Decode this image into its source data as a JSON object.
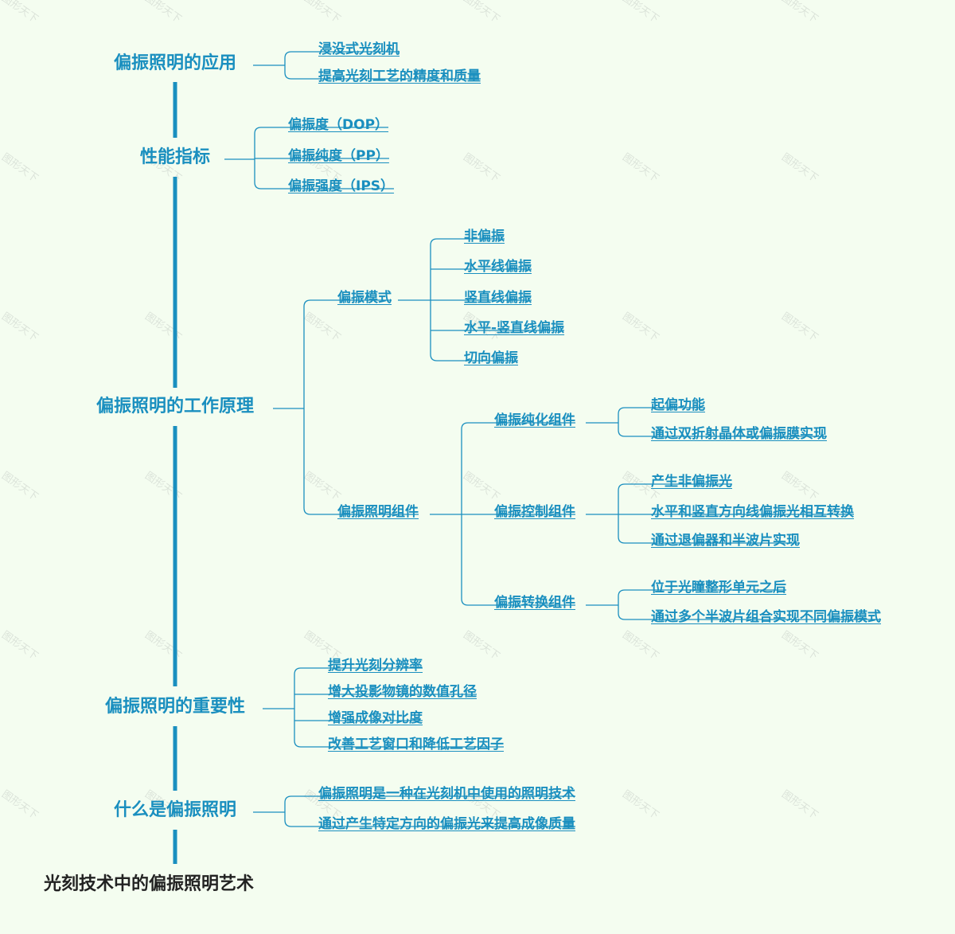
{
  "root": "光刻技术中的偏振照明艺术",
  "watermark": "图形天下",
  "colors": {
    "branch": "#1a8fbf",
    "trunk": "#1a8fbf",
    "root_text": "#222222",
    "background": "#f4fdf0"
  },
  "branches": [
    {
      "label": "偏振照明的应用",
      "children": [
        {
          "label": "浸没式光刻机"
        },
        {
          "label": "提高光刻工艺的精度和质量"
        }
      ]
    },
    {
      "label": "性能指标",
      "children": [
        {
          "label": "偏振度（DOP）"
        },
        {
          "label": "偏振纯度（PP）"
        },
        {
          "label": "偏振强度（IPS）"
        }
      ]
    },
    {
      "label": "偏振照明的工作原理",
      "children": [
        {
          "label": "偏振模式",
          "children": [
            {
              "label": "非偏振"
            },
            {
              "label": "水平线偏振"
            },
            {
              "label": "竖直线偏振"
            },
            {
              "label": "水平-竖直线偏振"
            },
            {
              "label": "切向偏振"
            }
          ]
        },
        {
          "label": "偏振照明组件",
          "children": [
            {
              "label": "偏振纯化组件",
              "children": [
                {
                  "label": "起偏功能"
                },
                {
                  "label": "通过双折射晶体或偏振膜实现"
                }
              ]
            },
            {
              "label": "偏振控制组件",
              "children": [
                {
                  "label": "产生非偏振光"
                },
                {
                  "label": "水平和竖直方向线偏振光相互转换"
                },
                {
                  "label": "通过退偏器和半波片实现"
                }
              ]
            },
            {
              "label": "偏振转换组件",
              "children": [
                {
                  "label": "位于光瞳整形单元之后"
                },
                {
                  "label": "通过多个半波片组合实现不同偏振模式"
                }
              ]
            }
          ]
        }
      ]
    },
    {
      "label": "偏振照明的重要性",
      "children": [
        {
          "label": "提升光刻分辨率"
        },
        {
          "label": "增大投影物镜的数值孔径"
        },
        {
          "label": "增强成像对比度"
        },
        {
          "label": "改善工艺窗口和降低工艺因子"
        }
      ]
    },
    {
      "label": "什么是偏振照明",
      "children": [
        {
          "label": "偏振照明是一种在光刻机中使用的照明技术"
        },
        {
          "label": "通过产生特定方向的偏振光来提高成像质量"
        }
      ]
    }
  ]
}
